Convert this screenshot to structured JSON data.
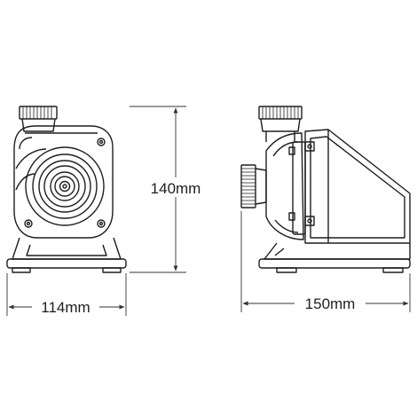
{
  "dimensions": {
    "front_width_label": "114mm",
    "height_label": "140mm",
    "side_depth_label": "150mm"
  },
  "views": [
    "front-view",
    "side-view"
  ],
  "colors": {
    "line": "#1e1e1e",
    "dim_line": "#333333",
    "background": "#ffffff"
  }
}
